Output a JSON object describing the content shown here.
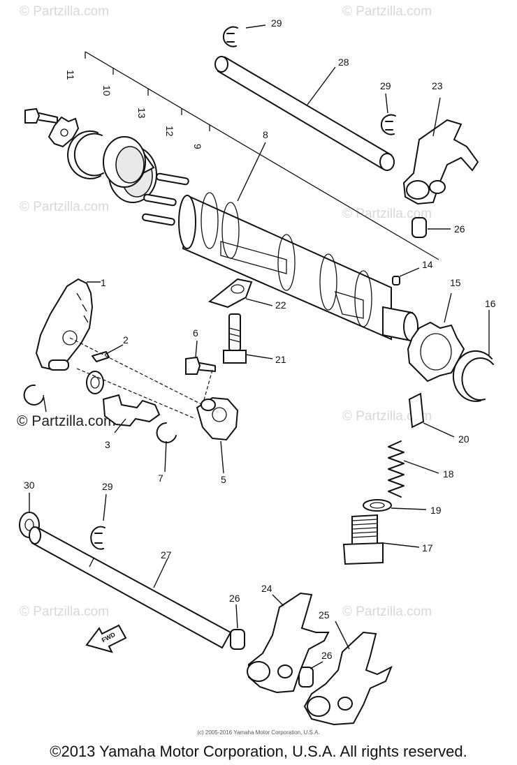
{
  "watermark": "© Partzilla.com",
  "watermark_emphasis": "© Partzilla.com",
  "fwd_label": "FWD",
  "callouts": {
    "c1": "1",
    "c2": "2",
    "c3": "3",
    "c5": "5",
    "c6": "6",
    "c7": "7",
    "c8": "8",
    "c9": "9",
    "c10": "10",
    "c11": "11",
    "c12": "12",
    "c13": "13",
    "c14": "14",
    "c15": "15",
    "c16": "16",
    "c17": "17",
    "c18": "18",
    "c19": "19",
    "c20": "20",
    "c21": "21",
    "c22": "22",
    "c23": "23",
    "c24": "24",
    "c25": "25",
    "c26a": "26",
    "c26b": "26",
    "c26c": "26",
    "c27": "27",
    "c28": "28",
    "c29a": "29",
    "c29b": "29",
    "c29c": "29",
    "c30": "30"
  },
  "footer_small": "(c) 2005-2016 Yamaha Motor Corporation, U.S.A.",
  "footer": "©2013 Yamaha Motor Corporation, U.S.A. All rights reserved."
}
